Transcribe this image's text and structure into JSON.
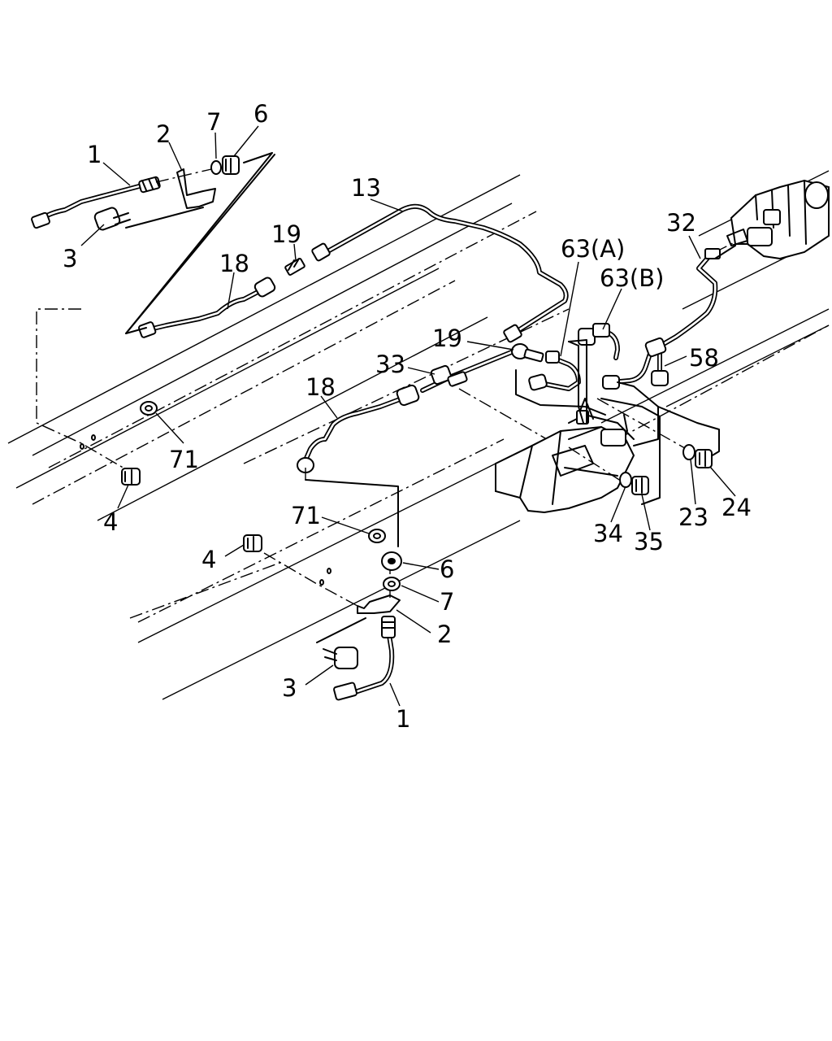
{
  "callouts": {
    "c1a": "1",
    "c1b": "1",
    "c2a": "2",
    "c2b": "2",
    "c3a": "3",
    "c3b": "3",
    "c4a": "4",
    "c4b": "4",
    "c6a": "6",
    "c6b": "6",
    "c7a": "7",
    "c7b": "7",
    "c13": "13",
    "c18a": "18",
    "c18b": "18",
    "c19a": "19",
    "c19b": "19",
    "c23": "23",
    "c24": "24",
    "c32": "32",
    "c33": "33",
    "c34": "34",
    "c35": "35",
    "c58": "58",
    "c63a": "63(A)",
    "c63b": "63(B)",
    "c71a": "71",
    "c71b": "71"
  }
}
